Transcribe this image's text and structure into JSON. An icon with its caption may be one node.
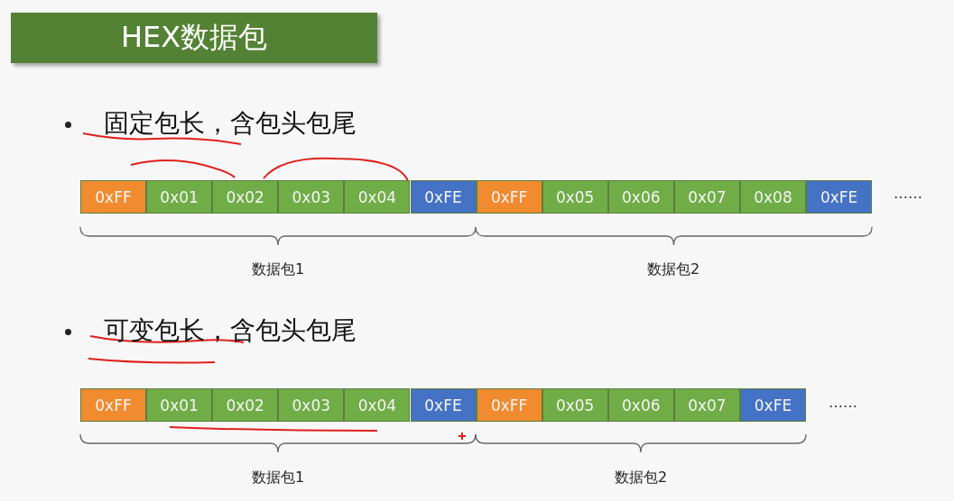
{
  "diagram": {
    "nodes": [
      {
        "text": [
          "HEX数据包"
        ]
      },
      {
        "text": [
          "0xFF"
        ]
      },
      {
        "text": [
          "0x01"
        ]
      },
      {
        "text": [
          "0x02"
        ]
      },
      {
        "text": [
          "0x03"
        ]
      },
      {
        "text": [
          "0x04"
        ]
      },
      {
        "text": [
          "0xFE"
        ]
      },
      {
        "text": [
          "0xFF"
        ]
      },
      {
        "text": [
          "0x05"
        ]
      },
      {
        "text": [
          "0x06"
        ]
      },
      {
        "text": [
          "0x07"
        ]
      },
      {
        "text": [
          "0x08"
        ]
      },
      {
        "text": [
          "0xFE"
        ]
      },
      {
        "text": [
          "0xFF"
        ]
      },
      {
        "text": [
          "0x01"
        ]
      },
      {
        "text": [
          "0x02"
        ]
      },
      {
        "text": [
          "0x03"
        ]
      },
      {
        "text": [
          "0x04"
        ]
      },
      {
        "text": [
          "0xFE"
        ]
      },
      {
        "text": [
          "0xFF"
        ]
      },
      {
        "text": [
          "0x05"
        ]
      },
      {
        "text": [
          "0x06"
        ]
      },
      {
        "text": [
          "0x07"
        ]
      },
      {
        "text": [
          "0xFE"
        ]
      }
    ],
    "labels": [
      "固定包长，含包头包尾",
      "……",
      "数据包1",
      "数据包2",
      "可变包长，含包头包尾",
      "……",
      "数据包1",
      "数据包2"
    ]
  }
}
